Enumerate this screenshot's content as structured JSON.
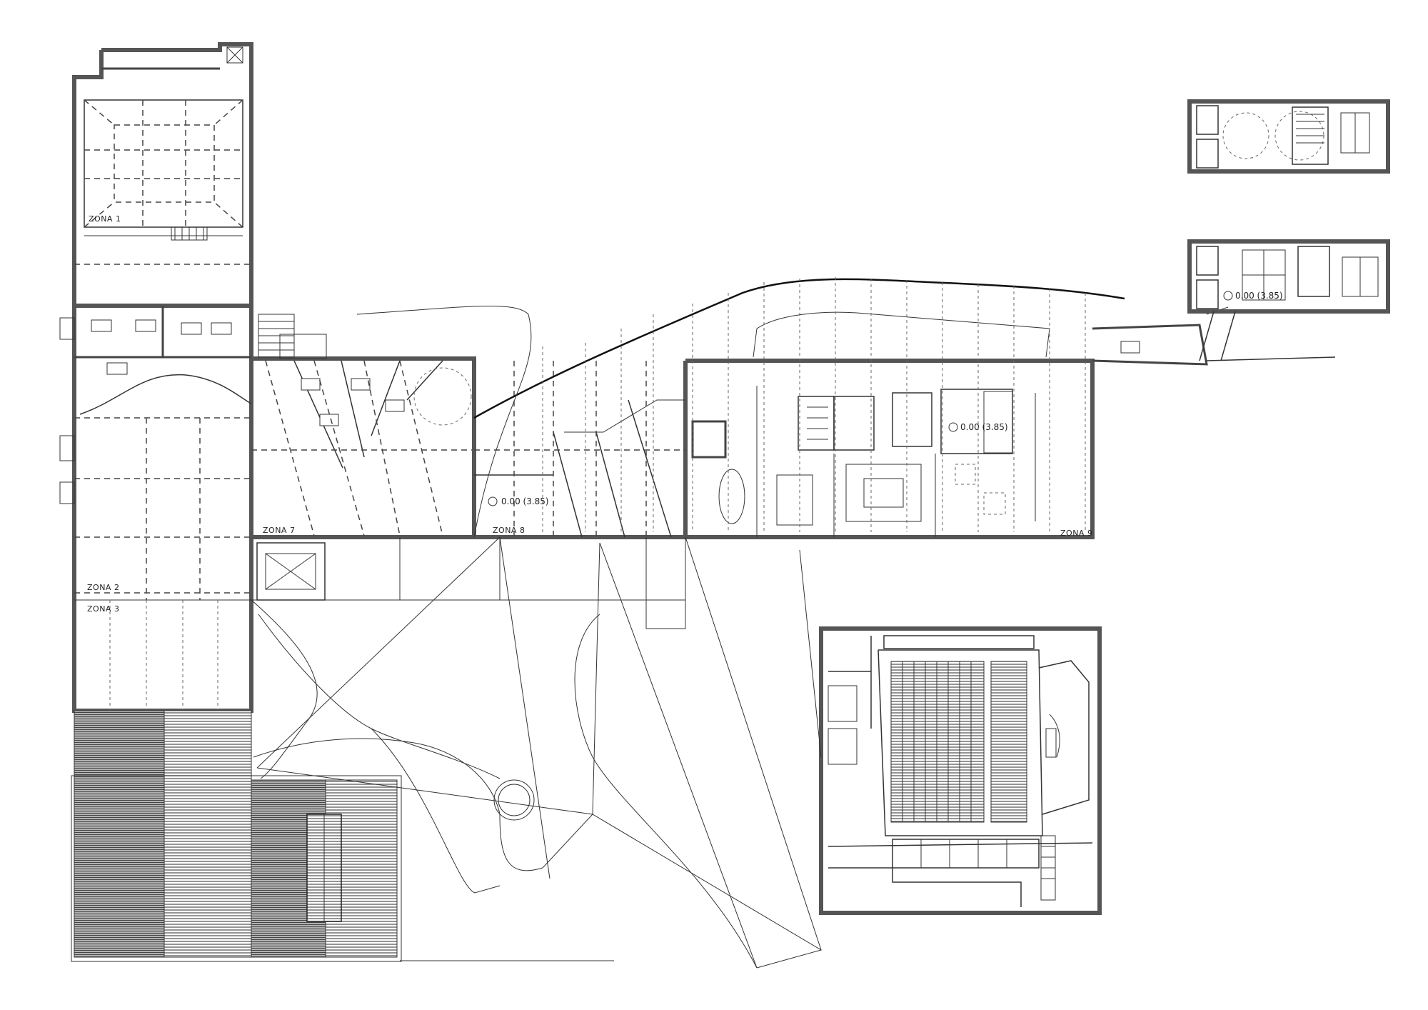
{
  "zones": [
    {
      "id": "zona1",
      "label": "ZONA 1"
    },
    {
      "id": "zona2",
      "label": "ZONA 2"
    },
    {
      "id": "zona3",
      "label": "ZONA 3"
    },
    {
      "id": "zona7",
      "label": "ZONA 7"
    },
    {
      "id": "zona8",
      "label": "ZONA 8"
    },
    {
      "id": "zona9",
      "label": "ZONA 9"
    }
  ],
  "levels": [
    {
      "id": "lvl-zona8",
      "text": "0.00  (3.85)"
    },
    {
      "id": "lvl-zona9",
      "text": "0.00  (3.85)"
    },
    {
      "id": "lvl-annex",
      "text": "0.00  (3.85)"
    }
  ],
  "colors": {
    "line": "#333333",
    "wall": "#555555",
    "hatch": "#777777",
    "background": "#ffffff"
  }
}
